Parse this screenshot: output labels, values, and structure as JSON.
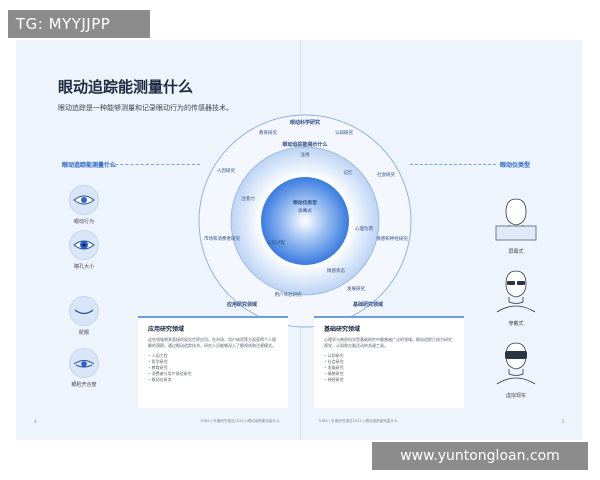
{
  "overlay": {
    "tag": "TG: MYYJJPP",
    "url": "www.yuntongloan.com"
  },
  "document": {
    "title": "眼动追踪能测量什么",
    "subtitle": "眼动追踪是一种能够测量和记录眼动行为的传感器技术。"
  },
  "left_panel": {
    "heading": "眼动追踪能测量什么",
    "items": [
      {
        "label": "眼动行为",
        "icon": "eye-open-icon"
      },
      {
        "label": "瞳孔大小",
        "icon": "pupil-icon"
      },
      {
        "label": "眨眼",
        "icon": "eye-closed-icon"
      },
      {
        "label": "眼睑开合度",
        "icon": "eyelid-icon"
      }
    ]
  },
  "right_panel": {
    "heading": "眼动仪类型",
    "items": [
      {
        "label": "屏幕式",
        "icon": "screen-head-icon"
      },
      {
        "label": "穿戴式",
        "icon": "glasses-head-icon"
      },
      {
        "label": "虚拟现实",
        "icon": "vr-head-icon"
      }
    ]
  },
  "diagram": {
    "center_label": "眼动仪类型",
    "center_sub": "屏幕式",
    "middle_heading": "眼动追踪能揭示什么",
    "middle_items": [
      "注视",
      "记忆",
      "心理负荷",
      "认知过程",
      "注意力",
      "情感状态"
    ],
    "outer_top": "眼动科学研究",
    "outer_items": [
      "认知研究",
      "社会研究",
      "情感和神经研究",
      "发展研究",
      "用户体验研究",
      "市场和消费者研究",
      "人因研究",
      "教育研究"
    ],
    "outer_left_heading": "应用研究领域",
    "outer_right_heading": "基础研究领域"
  },
  "applied_box": {
    "title": "应用研究领域",
    "body": "这些领域将其直接的现实世界应用。在市场、用户体验等方面获得个人理解的洞察。通过眼动追踪技术，研究人员能够深入了解视线和注视模式。",
    "items": [
      "人因工程",
      "医学研究",
      "教育研究",
      "消费者与用户体验研究",
      "眼动仪研发"
    ]
  },
  "basic_box": {
    "title": "基础研究领域",
    "body": "心理学与神经科学是基础研究中最普遍广泛的领域。眼动追踪已成为研究视觉、认知和大脑活动的关键工具。",
    "items": [
      "认知研究",
      "社会研究",
      "发展研究",
      "情感研究",
      "神经研究"
    ]
  },
  "footer": {
    "left_page": "4",
    "right_page": "5",
    "left_brand": "TOBII",
    "left_text": "年度研究报告2024",
    "left_section": "眼动追踪能测量什么",
    "right_brand": "TOBII",
    "right_text": "年度研究报告2024",
    "right_section": "眼动追踪能测量什么"
  },
  "colors": {
    "accent": "#2a63c9",
    "page_bg": "#eef4fb",
    "ring": "#cfe0f7",
    "core": "#3a7be0"
  }
}
